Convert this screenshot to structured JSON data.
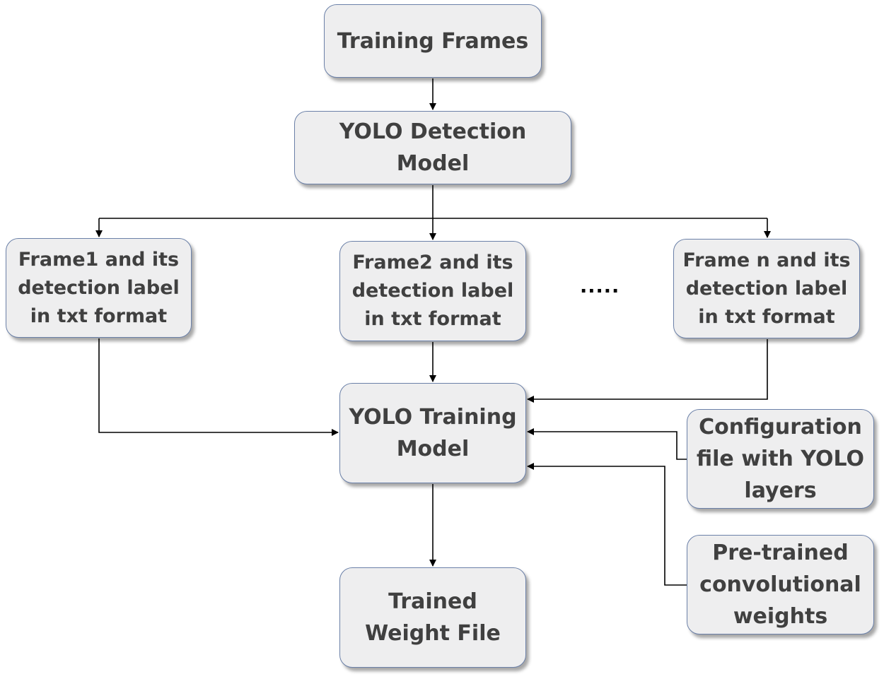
{
  "diagram": {
    "nodes": {
      "training_frames": "Training Frames",
      "yolo_detection_model": "YOLO Detection\nModel",
      "frame1": "Frame1 and its\ndetection label\nin txt format",
      "frame2": "Frame2 and its\ndetection label\nin txt format",
      "ellipsis": ".....",
      "frame_n": "Frame n and its\ndetection label\nin txt format",
      "yolo_training_model": "YOLO Training\nModel",
      "configuration_file": "Configuration\nfile with YOLO\nlayers",
      "pretrained_weights": "Pre-trained\nconvolutional\nweights",
      "trained_weight_file": "Trained\nWeight File"
    },
    "colors": {
      "box_fill": "#eeeeef",
      "box_border": "#6b80a8",
      "text": "#404040",
      "connector": "#000000"
    }
  }
}
